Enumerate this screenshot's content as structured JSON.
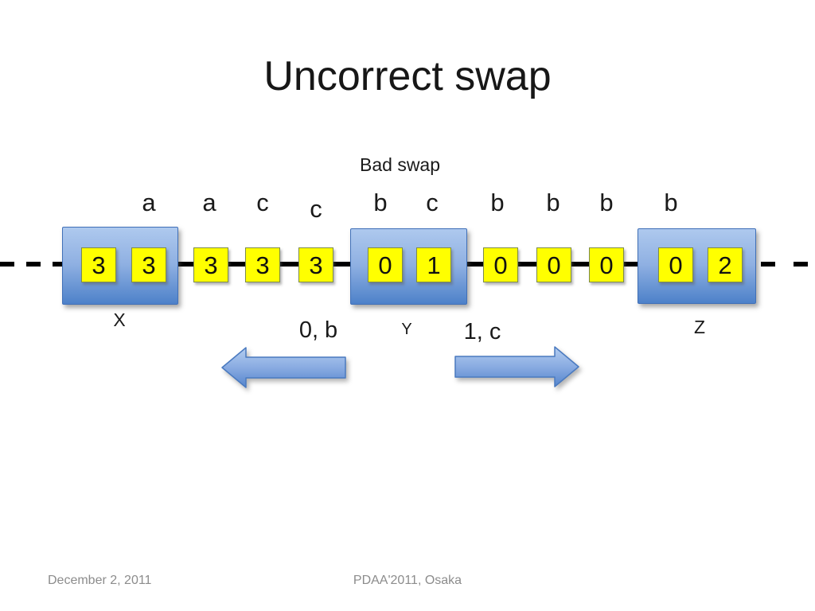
{
  "slide": {
    "title": "Uncorrect swap",
    "footer_left": "December 2, 2011",
    "footer_center": "PDAA'2011, Osaka"
  },
  "annotation": {
    "text": "Bad swap"
  },
  "tape": {
    "letters": [
      "a",
      "a",
      "c",
      "c",
      "b",
      "c",
      "b",
      "b",
      "b",
      "b"
    ],
    "cells": [
      "3",
      "3",
      "3",
      "3",
      "3",
      "0",
      "1",
      "0",
      "0",
      "0",
      "0",
      "2"
    ],
    "states": [
      {
        "name": "X",
        "contains": [
          "3",
          "3"
        ]
      },
      {
        "name": "Y",
        "contains": [
          "0",
          "1"
        ]
      },
      {
        "name": "Z",
        "contains": [
          "0",
          "2"
        ]
      }
    ]
  },
  "arrows": {
    "left": {
      "direction": "left",
      "label": "0, b"
    },
    "right": {
      "direction": "right",
      "label": "1, c"
    }
  },
  "colors": {
    "state_box_gradient_top": "#aec9ee",
    "state_box_gradient_bottom": "#4d81c9",
    "state_box_border": "#4070b8",
    "cell_fill": "#ffff00",
    "cell_border": "#7d8b49",
    "arrow_fill_top": "#b3cdf0",
    "arrow_fill_bottom": "#5585cd",
    "arrow_border": "#4a7ac0",
    "tape_line": "#000000",
    "footer_text": "#8c8c8c"
  }
}
